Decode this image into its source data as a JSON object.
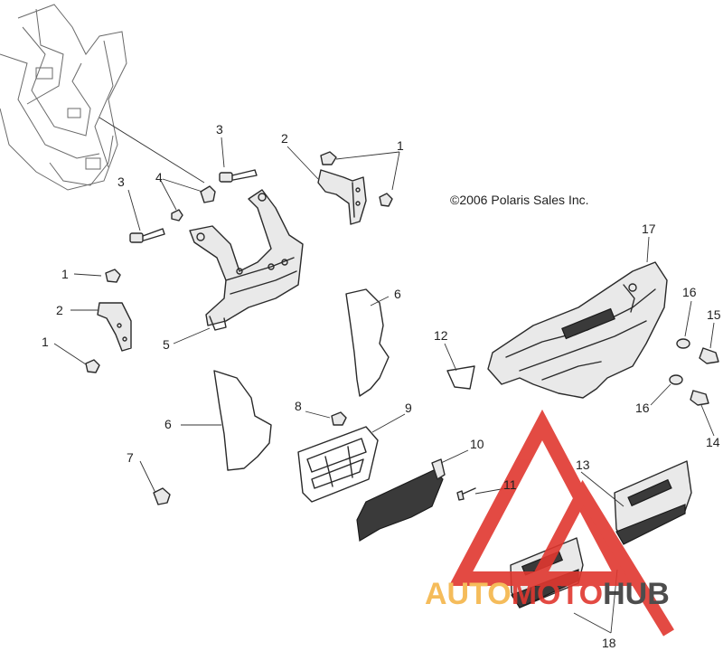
{
  "copyright": "©2006 Polaris Sales Inc.",
  "watermark": {
    "part1": "AUTO",
    "part2": "MOTO",
    "part3": "HUB",
    "color_orange": "#f5b54a",
    "color_red": "#e0372f",
    "color_dark": "#3a3a3a"
  },
  "callouts": {
    "c1a": "1",
    "c1b": "1",
    "c1c": "1",
    "c2a": "2",
    "c2b": "2",
    "c3a": "3",
    "c3b": "3",
    "c4": "4",
    "c5": "5",
    "c6a": "6",
    "c6b": "6",
    "c7": "7",
    "c8": "8",
    "c9": "9",
    "c10": "10",
    "c11": "11",
    "c12": "12",
    "c13": "13",
    "c14": "14",
    "c15": "15",
    "c16a": "16",
    "c16b": "16",
    "c17": "17",
    "c18": "18"
  }
}
